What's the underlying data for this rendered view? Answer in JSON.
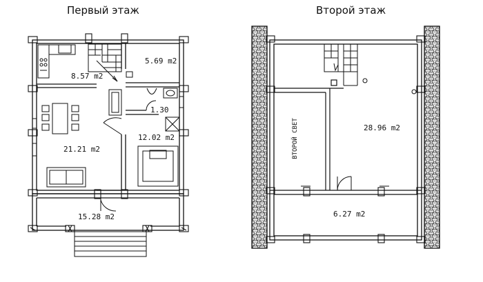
{
  "titles": {
    "first_floor": "Первый этаж",
    "second_floor": "Второй этаж"
  },
  "first_floor_areas": {
    "kitchen": "8.57 m2",
    "room_top_right": "5.69 m2",
    "bathroom": "1.30",
    "sauna": "12.02 m2",
    "living": "21.21 m2",
    "terrace": "15.28 m2"
  },
  "second_floor_areas": {
    "hall": "28.96 m2",
    "balcony": "6.27 m2",
    "void_label": "ВТОРОЙ СВЕТ"
  },
  "colors": {
    "ink": "#111111",
    "paper": "#ffffff"
  }
}
